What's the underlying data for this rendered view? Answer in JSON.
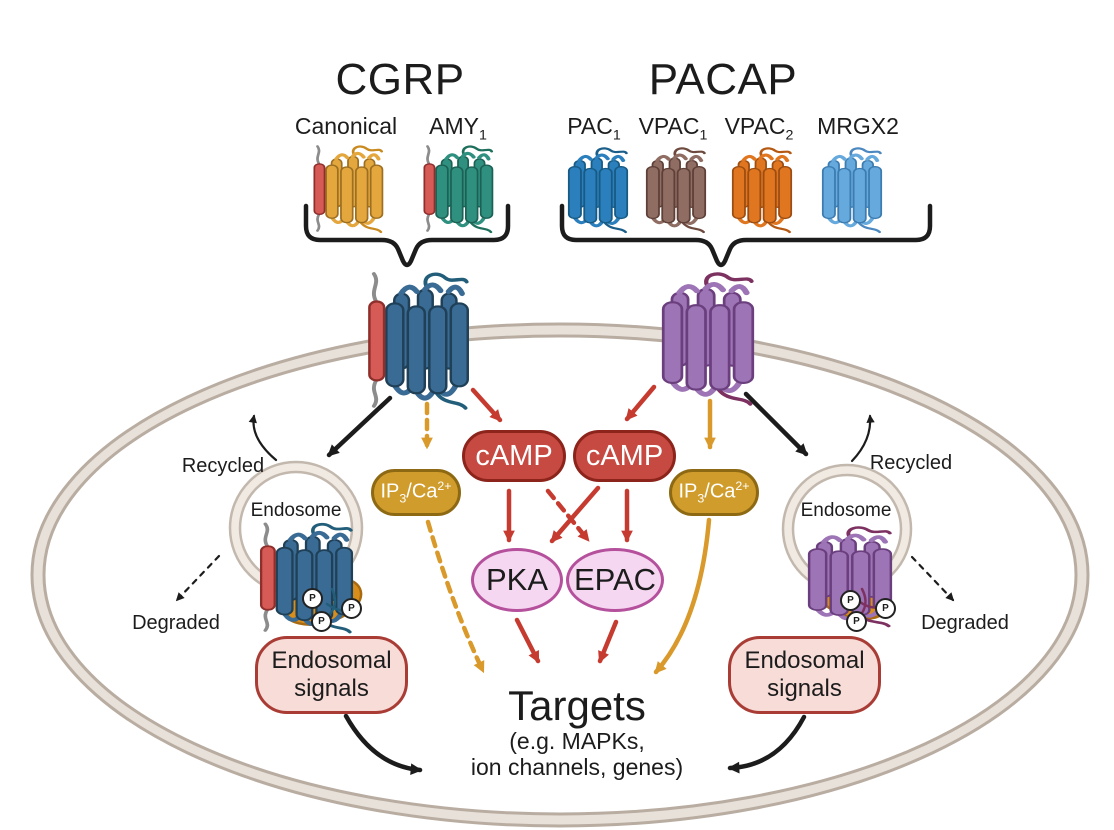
{
  "cgrp": {
    "title": "CGRP",
    "receptors": [
      {
        "key": "canonical",
        "label": "Canonical",
        "sub": ""
      },
      {
        "key": "amy1",
        "label": "AMY",
        "sub": "1"
      }
    ]
  },
  "pacap": {
    "title": "PACAP",
    "receptors": [
      {
        "key": "pac1",
        "label": "PAC",
        "sub": "1"
      },
      {
        "key": "vpac1",
        "label": "VPAC",
        "sub": "1"
      },
      {
        "key": "vpac2",
        "label": "VPAC",
        "sub": "2"
      },
      {
        "key": "mrgx2",
        "label": "MRGX2",
        "sub": ""
      }
    ]
  },
  "pathway": {
    "camp": "cAMP",
    "ip3": {
      "pre": "IP",
      "sub": "3",
      "mid": "/Ca",
      "sup": "2+"
    },
    "pka": "PKA",
    "epac": "EPAC",
    "endosomal_line1": "Endosomal",
    "endosomal_line2": "signals",
    "targets": "Targets",
    "targets_examples_line1": "(e.g. MAPKs,",
    "targets_examples_line2": "ion channels, genes)",
    "endosome": "Endosome",
    "recycled": "Recycled",
    "degraded": "Degraded",
    "phospho": "P"
  },
  "colors": {
    "camp_fill": "#C64A42",
    "camp_border": "#8C241C",
    "ip3_fill": "#D09C2B",
    "ip3_border": "#8E6914",
    "pka_fill": "#F6D7F2",
    "pka_border": "#B5519C",
    "endosomal_fill": "#F7DCD8",
    "endosomal_border": "#A93C35",
    "membrane_band": "#E8E1D9",
    "membrane_line": "#B9ADA2",
    "endosome_band": "#F0EAE3",
    "endosome_line": "#C3B8AD",
    "arrow_red": "#C63B30",
    "arrow_gold": "#D9992B",
    "arrow_black": "#1C1C1C",
    "arrestin_fill": "#D98E1B",
    "arrestin_border": "#A96A10",
    "receptors": {
      "canonical": {
        "fill": "#E4A73E",
        "outline": "#9C6F22",
        "tail": "#C98A20"
      },
      "amy1": {
        "fill": "#2F9080",
        "outline": "#1C6154",
        "tail": "#1E6F5C"
      },
      "pac1": {
        "fill": "#2B7FBC",
        "outline": "#175A84",
        "tail": "#1B5E8A"
      },
      "vpac1": {
        "fill": "#8F6D63",
        "outline": "#5E4038",
        "tail": "#6E4A3E"
      },
      "vpac2": {
        "fill": "#E0761F",
        "outline": "#9C4D12",
        "tail": "#B55812"
      },
      "mrgx2": {
        "fill": "#66A9DD",
        "outline": "#3C7CB0",
        "tail": "#4C88C0"
      },
      "cgrp_membrane": {
        "fill": "#3A6B94",
        "outline": "#1F4057",
        "tail": "#225E7A"
      },
      "pacap_membrane": {
        "fill": "#9D74B5",
        "outline": "#6B3F7E",
        "tail": "#7C3160"
      },
      "ramp": {
        "fill": "#D65A55",
        "outline": "#8E2F2C",
        "tail": "#8C8C8C"
      }
    }
  }
}
